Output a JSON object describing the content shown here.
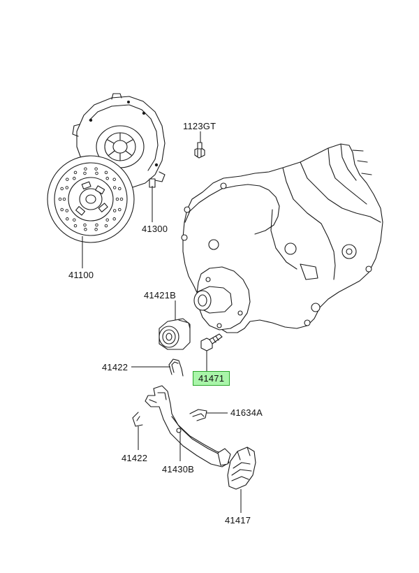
{
  "diagram": {
    "labels": {
      "bolt_1123gt": "1123GT",
      "clutch_cover_41300": "41300",
      "clutch_disc_41100": "41100",
      "release_bearing_41421b": "41421B",
      "clip_41422_upper": "41422",
      "pivot_41471": "41471",
      "spring_41634a": "41634A",
      "clip_41422_lower": "41422",
      "release_fork_41430b": "41430B",
      "boot_41417": "41417"
    },
    "highlighted_part": "41471",
    "highlight_color": "#a9f5a9"
  }
}
